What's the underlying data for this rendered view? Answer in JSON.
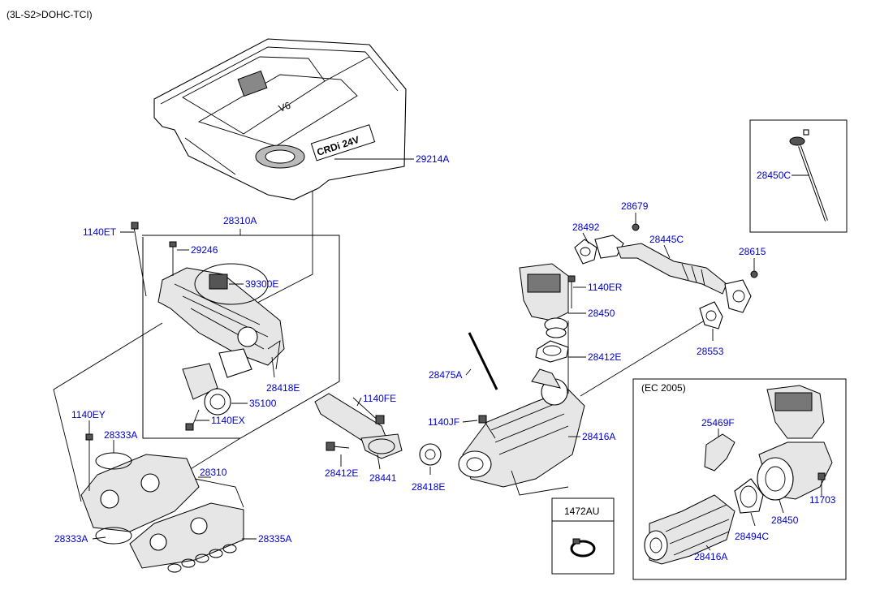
{
  "header": {
    "title": "(3L-S2>DOHC-TCI)"
  },
  "cover": {
    "text_v6": "V6",
    "text_crdi": "CRDi 24V"
  },
  "parts": {
    "p29214A": "29214A",
    "p28310A": "28310A",
    "p1140ET": "1140ET",
    "p29246": "29246",
    "p39300E": "39300E",
    "p28418E_a": "28418E",
    "p35100": "35100",
    "p1140EX": "1140EX",
    "p1140EY": "1140EY",
    "p28333A_a": "28333A",
    "p28310": "28310",
    "p28333A_b": "28333A",
    "p28335A": "28335A",
    "p1140FE": "1140FE",
    "p28412E_a": "28412E",
    "p28441": "28441",
    "p28418E_b": "28418E",
    "p28475A": "28475A",
    "p1140JF": "1140JF",
    "p28416A_a": "28416A",
    "p28412E_b": "28412E",
    "p28450_a": "28450",
    "p1140ER": "1140ER",
    "p28492": "28492",
    "p28679": "28679",
    "p28445C": "28445C",
    "p28615": "28615",
    "p28553": "28553",
    "p28450C": "28450C",
    "p1472AU": "1472AU",
    "p25469F": "25469F",
    "p11703": "11703",
    "p28450_b": "28450",
    "p28494C": "28494C",
    "p28416A_b": "28416A"
  },
  "ec_box": {
    "title": "(EC 2005)"
  }
}
